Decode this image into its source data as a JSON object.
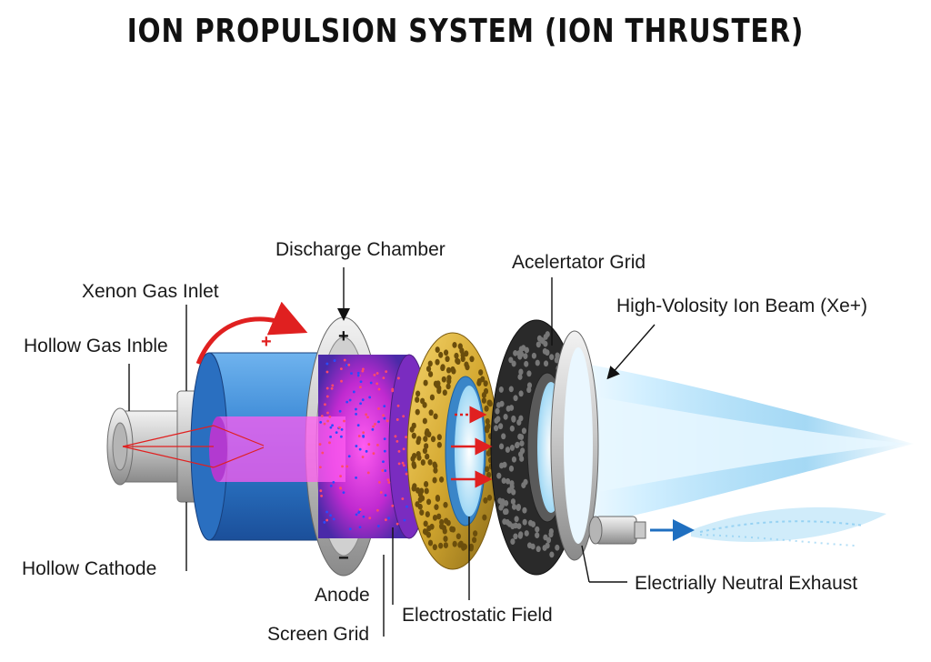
{
  "title": "ION PROPULSION SYSTEM (ION THRUSTER)",
  "labels": {
    "discharge_chamber": "Discharge Chamber",
    "accelerator_grid": "Acelertator Grid",
    "xenon_gas_inlet": "Xenon Gas Inlet",
    "high_velocity_beam": "High-Volosity Ion Beam (Xe+)",
    "hollow_gas_inble": "Hollow Gas Inble",
    "hollow_cathode": "Hollow Cathode",
    "anode": "Anode",
    "electrostatic_field": "Electrostatic Field",
    "neutral_exhaust": "Electrially Neutral Exhaust",
    "screen_grid": "Screen Grid"
  },
  "signs": {
    "plus_arrow": "+",
    "plus_ring": "+",
    "minus_ring": "−"
  },
  "colors": {
    "body_blue": "#2f7fd0",
    "plasma_magenta": "#e040d8",
    "screen_gold": "#d4a830",
    "accel_dark": "#2a2a2a",
    "beam_blue": "#7ec8f0",
    "field_red": "#e02020"
  }
}
